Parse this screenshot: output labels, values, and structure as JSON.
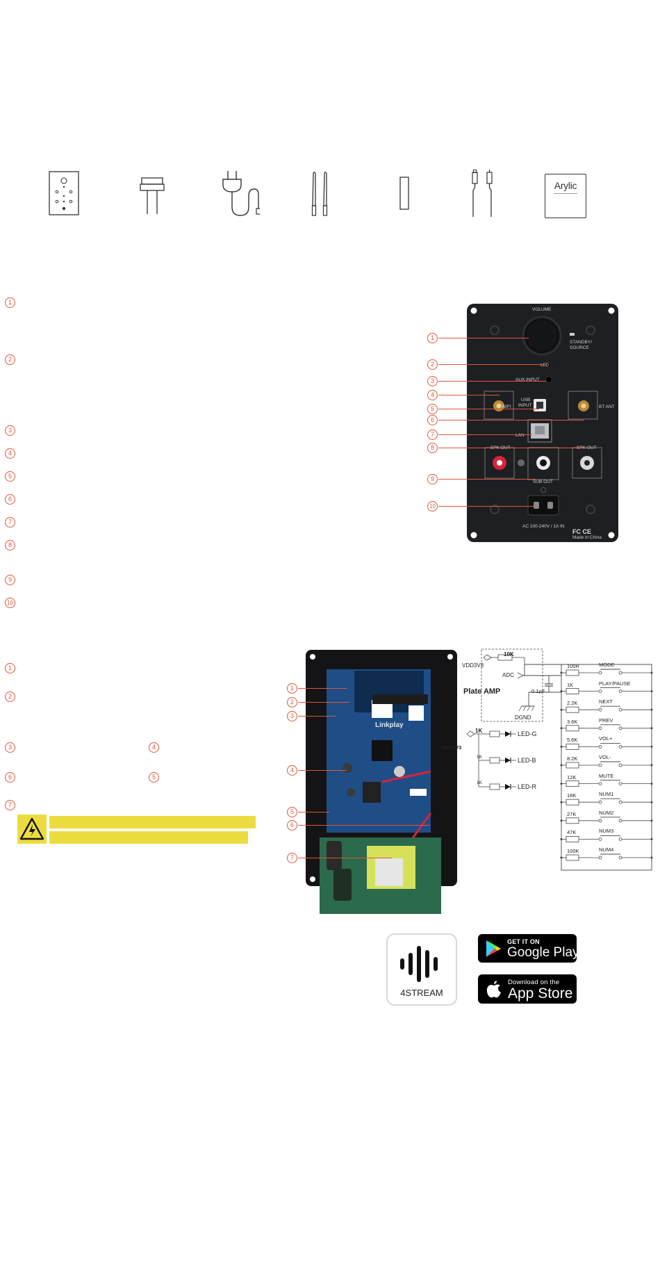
{
  "package_icons": [
    {
      "name": "remote-control-icon"
    },
    {
      "name": "speaker-wire-connector-icon"
    },
    {
      "name": "power-cord-icon"
    },
    {
      "name": "antennas-icon"
    },
    {
      "name": "foam-strip-icon"
    },
    {
      "name": "cables-icon"
    },
    {
      "name": "manual-icon",
      "brand": "Arylic"
    }
  ],
  "rear_panel": {
    "callouts": [
      "1",
      "2",
      "3",
      "4",
      "5",
      "6",
      "7",
      "8",
      "9",
      "10"
    ],
    "labels": {
      "volume": "VOLUME",
      "standby": "STANDBY/",
      "source": "SOURCE",
      "led": "LED",
      "aux": "AUX INPUT",
      "usb1": "USB",
      "usb2": "INPUT",
      "wifi": "WIFI",
      "bt": "BT ANT",
      "lan": "LAN",
      "spk_left": "SPK OUT",
      "spk_right": "SPK OUT",
      "sub": "SUB OUT",
      "ac": "AC 100-240V / 1A IN",
      "fcc": "FC CE",
      "made": "Made in China"
    }
  },
  "left_list_top": [
    "1",
    "2",
    "3",
    "4",
    "5",
    "6",
    "7",
    "8",
    "9",
    "10"
  ],
  "left_list_bottom": [
    "1",
    "2",
    "3",
    "4",
    "6",
    "5",
    "7"
  ],
  "board": {
    "callouts": [
      "1",
      "2",
      "3",
      "4",
      "5",
      "6",
      "7"
    ],
    "brand": "Linkplay"
  },
  "schematic": {
    "vdd": "VDD3V3",
    "r_top": "10K",
    "adc": "ADC",
    "plate_amp": "Plate AMP",
    "cap": "0.1µF",
    "dgnd": "DGND",
    "vdd2": "VDD3V3",
    "r_led": "1K",
    "r_led2": "1K",
    "r_led3": "1K",
    "leds": [
      "LED-G",
      "LED-B",
      "LED-R"
    ],
    "buttons": [
      {
        "r": "100R",
        "label": "MODE"
      },
      {
        "r": "1K",
        "label": "PLAY/PAUSE"
      },
      {
        "r": "2.2K",
        "label": "NEXT"
      },
      {
        "r": "3.6K",
        "label": "PREV"
      },
      {
        "r": "5.6K",
        "label": "VOL+"
      },
      {
        "r": "8.2K",
        "label": "VOL-"
      },
      {
        "r": "12K",
        "label": "MUTE"
      },
      {
        "r": "18K",
        "label": "NUM1"
      },
      {
        "r": "27K",
        "label": "NUM2"
      },
      {
        "r": "47K",
        "label": "NUM3"
      },
      {
        "r": "100K",
        "label": "NUM4"
      }
    ]
  },
  "app": {
    "name": "4STREAM",
    "google_small": "GET IT ON",
    "google_big": "Google Play",
    "apple_small": "Download on the",
    "apple_big": "App Store"
  },
  "colors": {
    "accent": "#e0563b",
    "warning_yellow": "#ecdc3f",
    "panel": "#1d1f22"
  }
}
